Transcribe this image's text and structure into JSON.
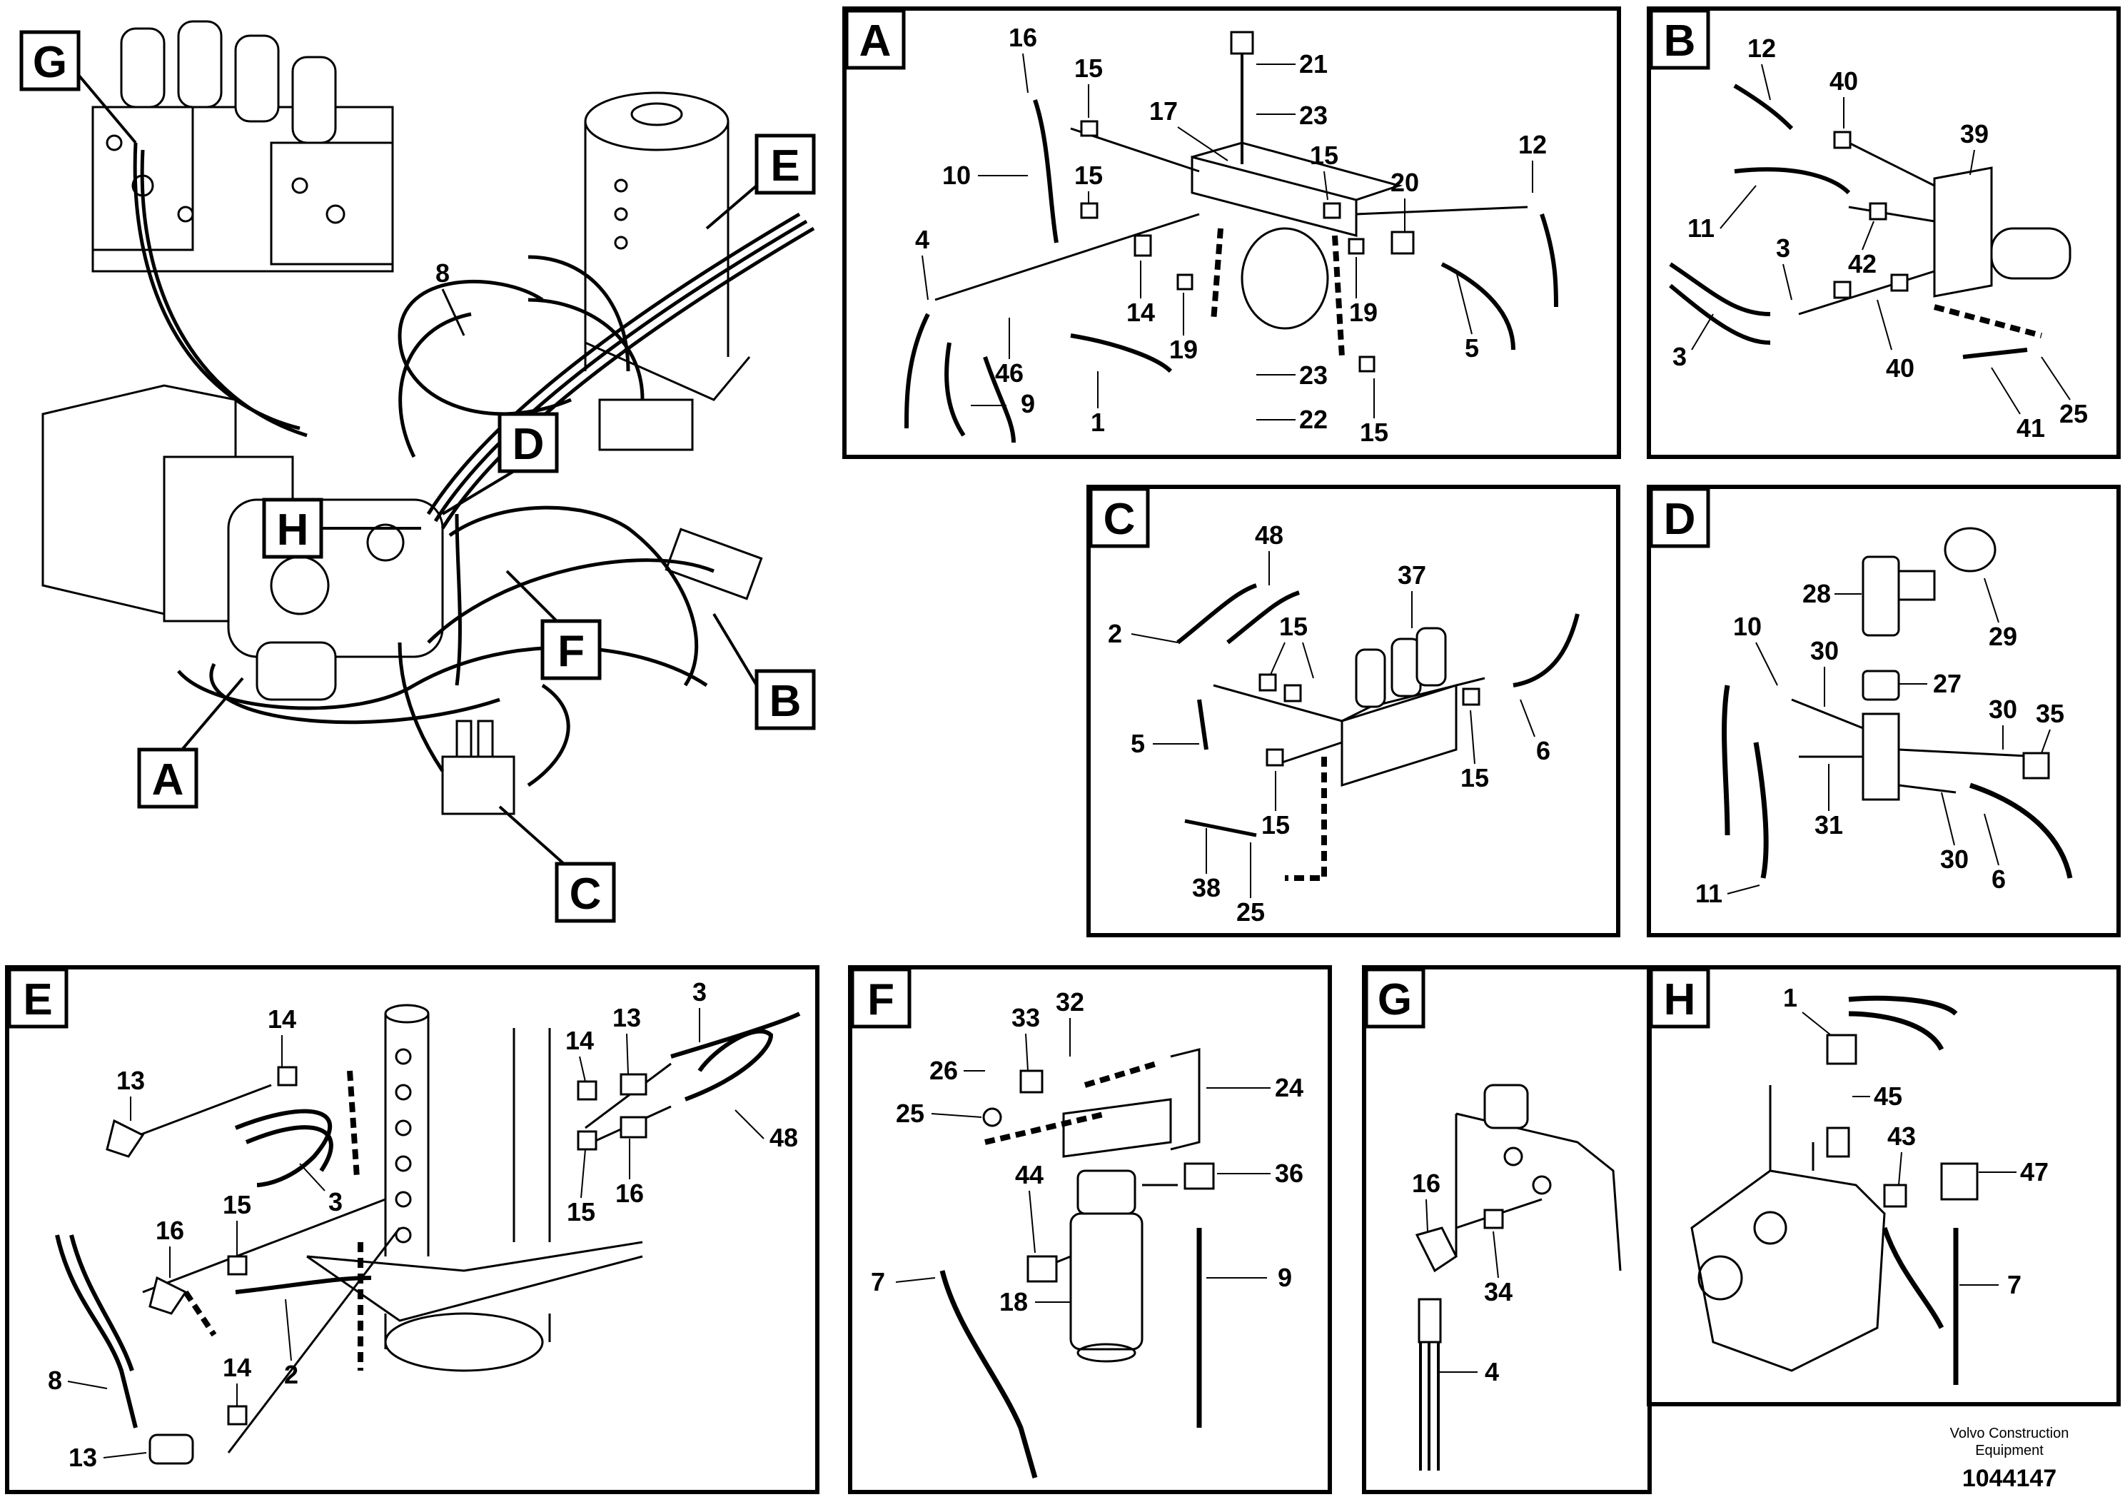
{
  "overview": {
    "letters": [
      "G",
      "E",
      "D",
      "H",
      "F",
      "A",
      "B",
      "C"
    ],
    "part_numbers": [
      "8"
    ]
  },
  "panels": {
    "A": {
      "title": "A",
      "labels": [
        "16",
        "15",
        "21",
        "17",
        "23",
        "10",
        "15",
        "15",
        "20",
        "12",
        "4",
        "14",
        "19",
        "19",
        "5",
        "46",
        "9",
        "1",
        "23",
        "22",
        "15"
      ]
    },
    "B": {
      "title": "B",
      "labels": [
        "12",
        "40",
        "39",
        "11",
        "42",
        "3",
        "3",
        "40",
        "41",
        "25"
      ]
    },
    "C": {
      "title": "C",
      "labels": [
        "48",
        "37",
        "2",
        "15",
        "5",
        "15",
        "6",
        "15",
        "38",
        "25"
      ]
    },
    "D": {
      "title": "D",
      "labels": [
        "28",
        "29",
        "10",
        "30",
        "27",
        "30",
        "35",
        "31",
        "11",
        "30",
        "6"
      ]
    },
    "E": {
      "title": "E",
      "labels": [
        "14",
        "3",
        "13",
        "14",
        "13",
        "3",
        "48",
        "16",
        "15",
        "16",
        "15",
        "8",
        "2",
        "14",
        "13"
      ]
    },
    "F": {
      "title": "F",
      "labels": [
        "33",
        "32",
        "26",
        "24",
        "25",
        "44",
        "36",
        "7",
        "18",
        "9"
      ]
    },
    "G": {
      "title": "G",
      "labels": [
        "16",
        "34",
        "4"
      ]
    },
    "H": {
      "title": "H",
      "labels": [
        "1",
        "45",
        "43",
        "47",
        "7"
      ]
    }
  },
  "footer": {
    "brand_line1": "Volvo Construction",
    "brand_line2": "Equipment",
    "doc_number": "1044147"
  }
}
